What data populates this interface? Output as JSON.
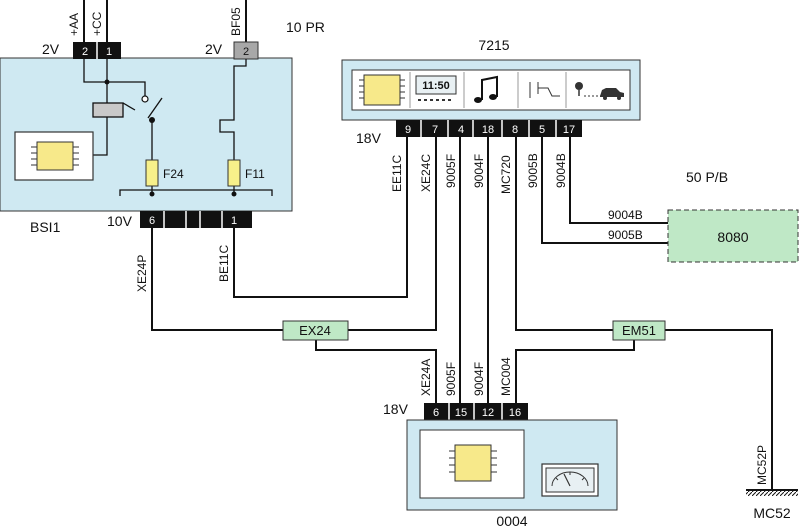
{
  "colors": {
    "box_fill": "#cfe9f2",
    "inner_fill": "#ffffff",
    "connector": "#111111",
    "splice_fill": "#bfe8c6",
    "ecu8080_fill": "#bfe8c6",
    "chip_fill": "#f7e98a",
    "fuse_fill": "#f7f08a",
    "grey_pin": "#a8a8a8"
  },
  "bsi": {
    "name": "BSI1",
    "top_voltage_left": "2V",
    "top_voltage_right": "2V",
    "top_pins": [
      "2",
      "1"
    ],
    "top_pin_right": "2",
    "wire_labels_top": [
      "+AA",
      "+CC",
      "BF05"
    ],
    "pr_label": "10 PR",
    "fuse_f24": "F24",
    "fuse_f11": "F11",
    "bottom_voltage": "10V",
    "bottom_pins": [
      "6",
      "1"
    ]
  },
  "radio": {
    "name": "7215",
    "display_time": "11:50",
    "voltage": "18V",
    "pins": [
      "9",
      "7",
      "4",
      "18",
      "8",
      "5",
      "17"
    ],
    "wire_labels": [
      "EE11C",
      "XE24C",
      "9005F",
      "9004F",
      "MC720",
      "9005B",
      "9004B"
    ]
  },
  "amp": {
    "name": "8080",
    "pb_label": "50 P/B",
    "wire_labels": [
      "9004B",
      "9005B"
    ]
  },
  "splices": {
    "ex24": "EX24",
    "em51": "EM51"
  },
  "bsi_wires": {
    "left": "XE24P",
    "right": "BE11C"
  },
  "cluster": {
    "name": "0004",
    "voltage": "18V",
    "pins": [
      "6",
      "15",
      "12",
      "16"
    ],
    "wire_labels": [
      "XE24A",
      "9005F",
      "9004F",
      "MC004"
    ]
  },
  "ground": {
    "name": "MC52",
    "wire_label": "MC52P"
  }
}
